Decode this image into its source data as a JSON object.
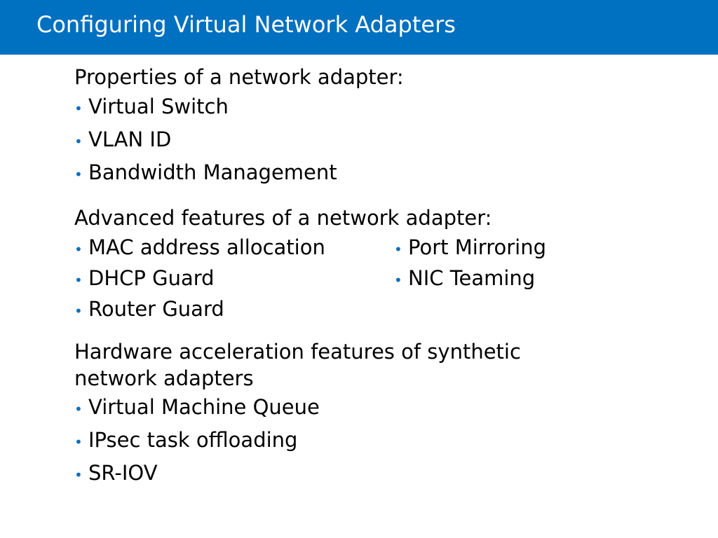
{
  "slide": {
    "title": "Configuring Virtual Network Adapters",
    "accent_color": "#0070c0",
    "bullet_glyph": "•"
  },
  "sections": {
    "properties": {
      "heading": "Properties of a network adapter:",
      "items": [
        "Virtual Switch",
        "VLAN ID",
        "Bandwidth Management"
      ]
    },
    "advanced": {
      "heading": "Advanced features of a network adapter:",
      "left_items": [
        "MAC address allocation",
        "DHCP Guard",
        "Router Guard"
      ],
      "right_items": [
        "Port Mirroring",
        "NIC Teaming"
      ]
    },
    "hardware": {
      "heading_line1": "Hardware acceleration features of synthetic",
      "heading_line2": "network adapters",
      "items": [
        "Virtual Machine Queue",
        "IPsec task offloading",
        "SR-IOV"
      ]
    }
  }
}
